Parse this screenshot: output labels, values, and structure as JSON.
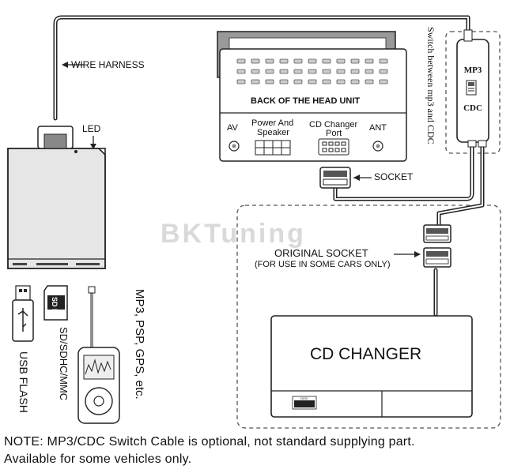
{
  "labels": {
    "wire_harness": "WIRE HARNESS",
    "led": "LED",
    "back_of_head_unit": "BACK OF THE HEAD UNIT",
    "av": "AV",
    "power_speaker_line1": "Power And",
    "power_speaker_line2": "Speaker",
    "cd_changer_port_line1": "CD Changer",
    "cd_changer_port_line2": "Port",
    "ant": "ANT",
    "socket": "SOCKET",
    "switch_caption": "Switch between mp3 and CDC",
    "switch_top": "MP3",
    "switch_bottom": "CDC",
    "watermark": "BKTuning",
    "original_socket": "ORIGINAL SOCKET",
    "original_socket_note": "(FOR USE IN SOME CARS ONLY)",
    "cd_changer": "CD CHANGER",
    "usb_flash": "USB FLASH",
    "sd_card": "SD/SDHC/MMC",
    "sd_card_logo": "SD HC",
    "mp3_players": "MP3, PSP, GPS, etc.",
    "disc_logo": "DISC"
  },
  "note": {
    "line1": "NOTE: MP3/CDC Switch Cable is optional, not standard supplying part.",
    "line2": "Available for some vehicles only."
  }
}
